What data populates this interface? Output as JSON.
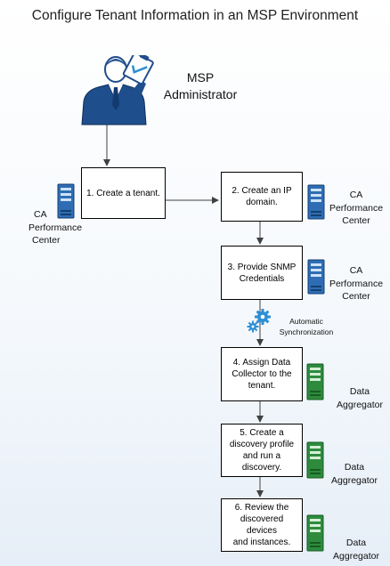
{
  "title": "Configure Tenant Information in an MSP Environment",
  "actor": {
    "line1": "MSP",
    "line2": "Administrator",
    "icon": "administrator-with-clipboard-icon"
  },
  "steps": [
    {
      "line1": "1. Create a tenant.",
      "line2": "",
      "line3": ""
    },
    {
      "line1": "2. Create an IP",
      "line2": "domain.",
      "line3": ""
    },
    {
      "line1": "3. Provide SNMP",
      "line2": "Credentials",
      "line3": ""
    },
    {
      "line1": "4. Assign Data",
      "line2": "Collector to the",
      "line3": "tenant."
    },
    {
      "line1": "5. Create a",
      "line2": "discovery profile",
      "line3": "and run a discovery."
    },
    {
      "line1": "6. Review the",
      "line2": "discovered devices",
      "line3": "and instances."
    }
  ],
  "servers": {
    "ca_line1": "CA",
    "ca_line2": "Performance",
    "ca_line3": "Center",
    "da_line1": "Data",
    "da_line2": "Aggregator"
  },
  "sync": {
    "line1": "Automatic",
    "line2": "Synchronization",
    "icon": "gears-icon"
  },
  "colors": {
    "ca_server": "#2e6db5",
    "da_server": "#2e8b3e",
    "actor": "#1f4e8c",
    "gear": "#2c8fd6"
  }
}
